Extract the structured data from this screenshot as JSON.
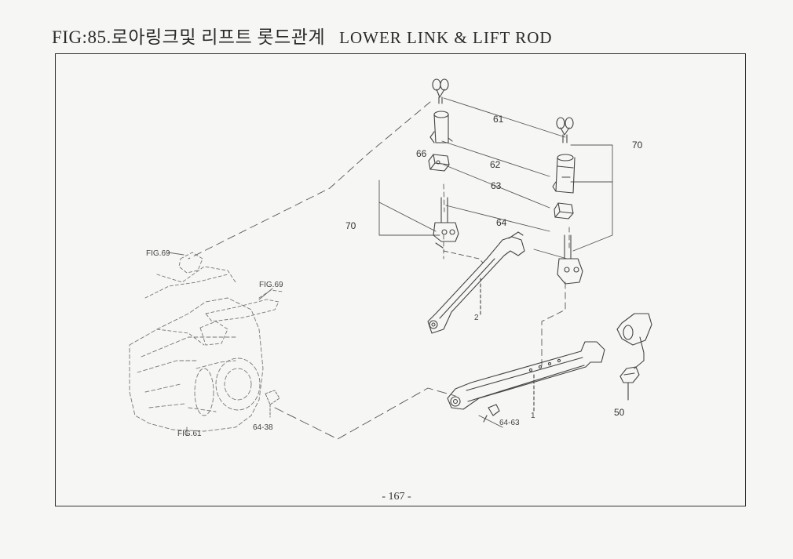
{
  "header": {
    "fig": "FIG:85.",
    "korean": "로아링크및 리프트 롯드관계",
    "english": "LOWER LINK & LIFT ROD"
  },
  "labels": {
    "p61": "61",
    "p62": "62",
    "p63": "63",
    "p64": "64",
    "p66": "66",
    "p70a": "70",
    "p70b": "70",
    "p2": "2",
    "p1": "1",
    "p50": "50",
    "p6463": "64-63",
    "p6438": "64-38",
    "fig69a": "FIG.69",
    "fig69b": "FIG.69",
    "fig61": "FIG.61"
  },
  "footer": {
    "page": "- 167 -"
  }
}
